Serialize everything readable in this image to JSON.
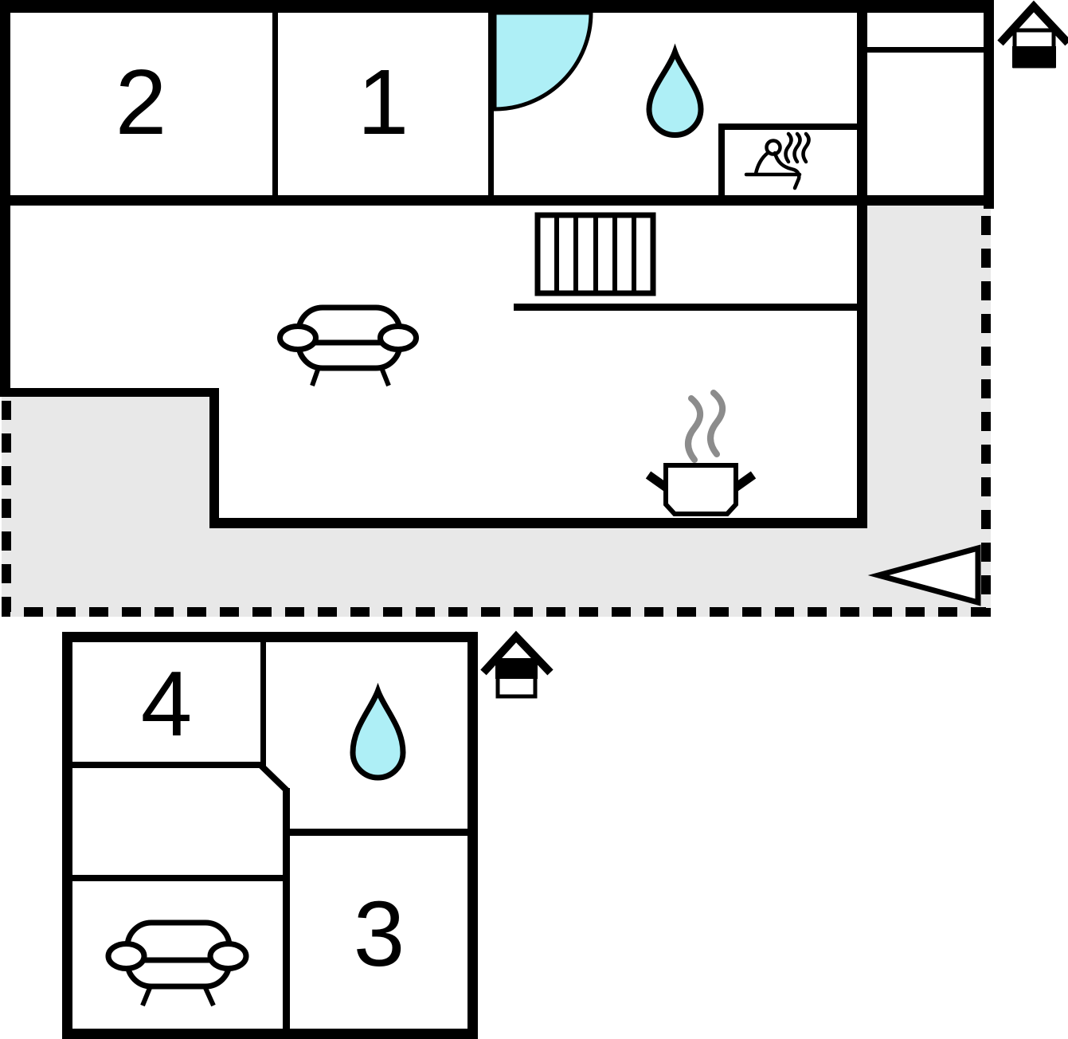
{
  "plan": {
    "type": "floor-plan",
    "floors": [
      {
        "name": "main-floor",
        "indicator_filled": "bottom"
      },
      {
        "name": "upper-floor",
        "indicator_filled": "top"
      }
    ]
  },
  "rooms": [
    {
      "label": "2"
    },
    {
      "label": "1"
    },
    {
      "label": "4"
    },
    {
      "label": "3"
    }
  ],
  "icons": {
    "door_swing": "quarter-circle-door-swing",
    "water_drop": "water-drop",
    "sauna": "person-on-sauna-bench-with-steam",
    "stairs": "staircase-treads",
    "sofa": "sofa-with-armrests",
    "cooking_pot": "steaming-cooking-pot",
    "direction_arrow": "left-pointing-triangle",
    "floor_indicator": "house-story-indicator"
  },
  "colors": {
    "wall": "#000000",
    "water": "#aeeff6",
    "terrace": "#e8e8e8",
    "steam": "#8c8c8c",
    "background": "#ffffff"
  }
}
